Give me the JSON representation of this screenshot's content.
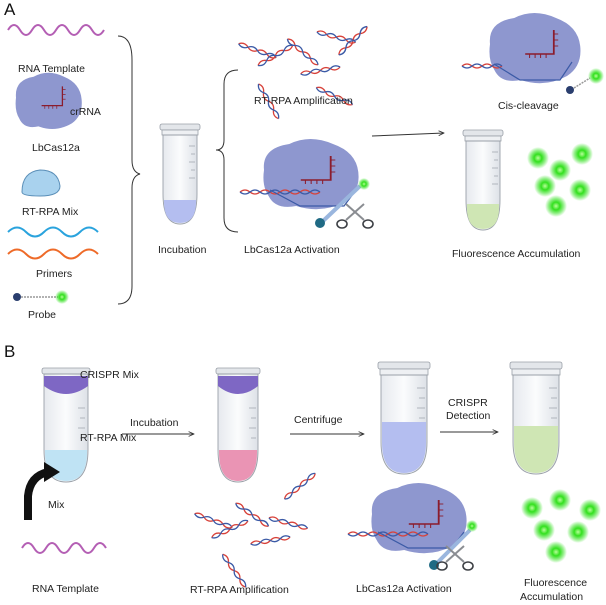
{
  "panel_a": {
    "letter": "A",
    "rna_template": "RNA Template",
    "crrna": "crRNA",
    "lbcas12a": "LbCas12a",
    "rtrpa_mix": "RT-RPA  Mix",
    "primers": "Primers",
    "probe": "Probe",
    "incubation": "Incubation",
    "rtrpa_amp": "RT-RPA Amplification",
    "activation": "LbCas12a Activation",
    "cis_cleavage": "Cis-cleavage",
    "fluorescence": "Fluorescence Accumulation"
  },
  "panel_b": {
    "letter": "B",
    "crispr_mix": "CRISPR Mix",
    "rtrpa_mix": "RT-RPA Mix",
    "mix": "Mix",
    "rna_template": "RNA Template",
    "incubation": "Incubation",
    "rtrpa_amp": "RT-RPA Amplification",
    "centrifuge": "Centrifuge",
    "crispr": "CRISPR",
    "detection": "Detection",
    "activation": "LbCas12a Activation",
    "fluorescence_1": "Fluorescence",
    "fluorescence_2": "Accumulation"
  },
  "colors": {
    "protein": "#8e97cf",
    "rna": "#b45fb4",
    "blue_liquid": "#b4bef0",
    "green_liquid": "#cfe6b4",
    "pink_liquid": "#ea94b4",
    "purple_mix": "#7e67c4",
    "cyan_liquid": "#bfe3f4",
    "glow": "#33e01f",
    "primer_blue": "#2aa3dd",
    "primer_orange": "#ee6a28"
  }
}
